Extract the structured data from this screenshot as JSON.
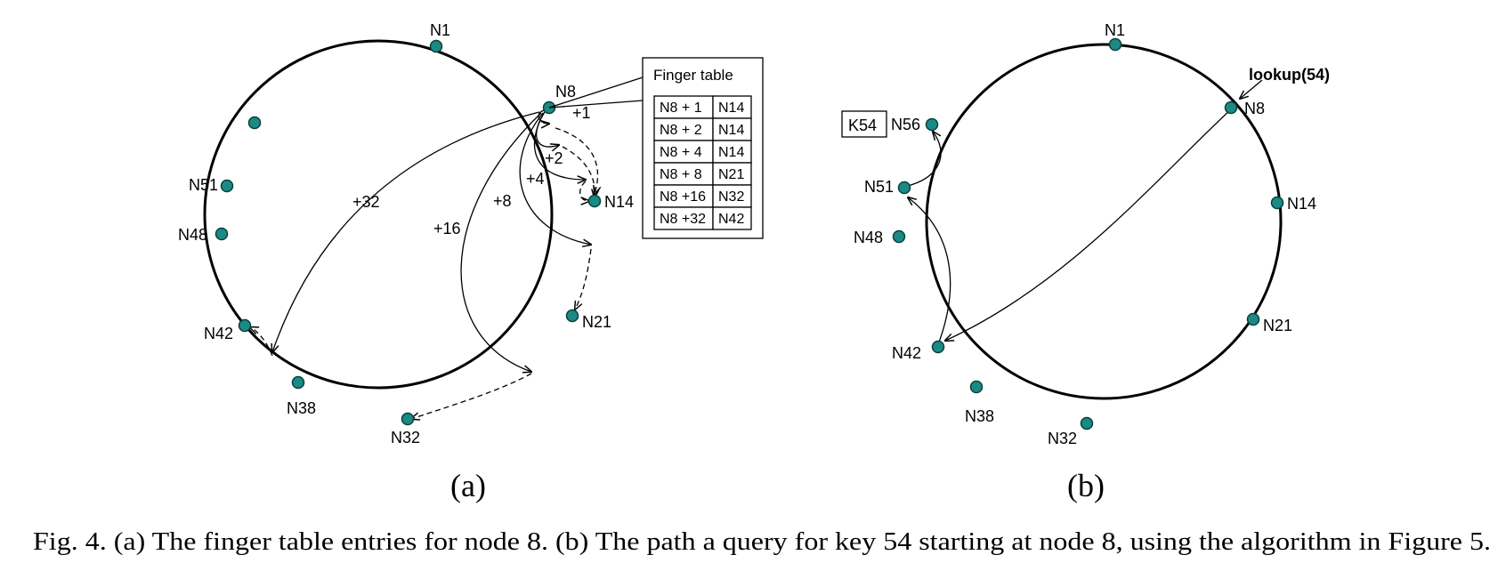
{
  "figure_a": {
    "nodes": {
      "n1": "N1",
      "n8": "N8",
      "n14": "N14",
      "n21": "N21",
      "n32": "N32",
      "n38": "N38",
      "n42": "N42",
      "n48": "N48",
      "n51": "N51"
    },
    "finger_labels": {
      "p1": "+1",
      "p2": "+2",
      "p4": "+4",
      "p8": "+8",
      "p16": "+16",
      "p32": "+32"
    },
    "finger_table": {
      "title": "Finger table",
      "rows": [
        [
          "N8 + 1",
          "N14"
        ],
        [
          "N8 + 2",
          "N14"
        ],
        [
          "N8 + 4",
          "N14"
        ],
        [
          "N8 + 8",
          "N21"
        ],
        [
          "N8 +16",
          "N32"
        ],
        [
          "N8 +32",
          "N42"
        ]
      ]
    },
    "sublabel": "(a)"
  },
  "figure_b": {
    "nodes": {
      "n1": "N1",
      "n8": "N8",
      "n14": "N14",
      "n21": "N21",
      "n32": "N32",
      "n38": "N38",
      "n42": "N42",
      "n48": "N48",
      "n51": "N51",
      "n56": "N56"
    },
    "lookup": "lookup(54)",
    "key": "K54",
    "sublabel": "(b)"
  },
  "caption": "Fig. 4.  (a) The finger table entries for node 8. (b) The path a query for key 54 starting at node 8, using the algorithm in Figure 5."
}
